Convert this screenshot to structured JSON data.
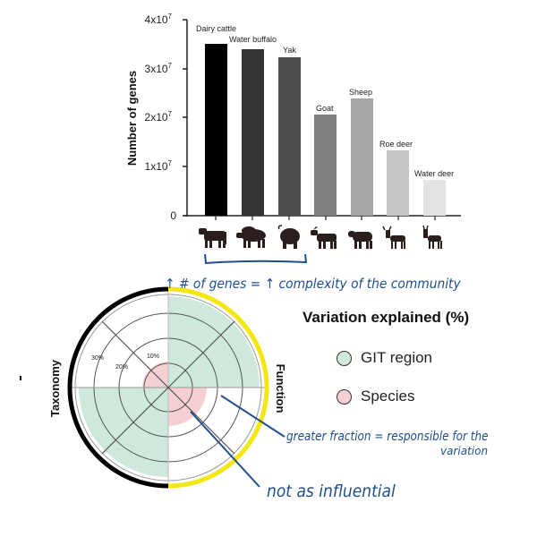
{
  "chart_data": [
    {
      "type": "bar",
      "title": "",
      "xlabel": "",
      "ylabel": "Number of genes",
      "ylim": [
        0,
        40000000
      ],
      "yticks": [
        "0",
        "1x10^7",
        "2x10^7",
        "3x10^7",
        "4x10^7"
      ],
      "categories": [
        "Dairy cattle",
        "Water buffalo",
        "Yak",
        "Goat",
        "Sheep",
        "Roe deer",
        "Water deer"
      ],
      "values": [
        35000000,
        34000000,
        32500000,
        20700000,
        24000000,
        13500000,
        7300000
      ],
      "bar_colors": [
        "#000000",
        "#333333",
        "#4d4d4d",
        "#808080",
        "#a6a6a6",
        "#c6c6c6",
        "#e3e3e3"
      ],
      "grid": false,
      "x_icons": [
        "cattle-silhouette",
        "buffalo-silhouette",
        "yak-silhouette",
        "goat-silhouette",
        "sheep-silhouette",
        "roe-deer-silhouette",
        "water-deer-silhouette"
      ]
    },
    {
      "type": "polar",
      "title": "Variation explained (%)",
      "axis_labels": {
        "left": "Taxonomy",
        "right": "Function"
      },
      "ring_ticks": [
        "10%",
        "20%",
        "30%"
      ],
      "rlim": [
        0,
        40
      ],
      "legend": [
        {
          "name": "GIT region",
          "color": "#cfe8dc"
        },
        {
          "name": "Species",
          "color": "#f6cfd3"
        }
      ],
      "series": [
        {
          "name": "GIT region",
          "panel": "Function",
          "value": 37
        },
        {
          "name": "GIT region",
          "panel": "Taxonomy",
          "value": 36
        },
        {
          "name": "Species",
          "panel": "Taxonomy",
          "value": 10.5
        },
        {
          "name": "Species",
          "panel": "Function",
          "value": 16
        }
      ],
      "arc_colors": {
        "taxonomy": "#000000",
        "function": "#f5e60f"
      }
    }
  ],
  "bar_chart": {
    "ylabel": "Number of genes",
    "yticks": {
      "t0": "0",
      "t1": "1x10",
      "t2": "2x10",
      "t3": "3x10",
      "t4": "4x10",
      "exp": "7"
    },
    "labels": [
      "Dairy cattle",
      "Water buffalo",
      "Yak",
      "Goat",
      "Sheep",
      "Roe deer",
      "Water deer"
    ]
  },
  "polar_chart": {
    "left_label": "Taxonomy",
    "right_label": "Function",
    "ring_labels": [
      "10%",
      "20%",
      "30%"
    ]
  },
  "legend": {
    "title": "Variation explained (%)",
    "items": [
      "GIT region",
      "Species"
    ]
  },
  "annotations": {
    "note1": "↑ # of genes = ↑ complexity of the community",
    "note2_line1": "greater fraction = responsible for the",
    "note2_line2": "variation",
    "note3": "not as influential"
  }
}
